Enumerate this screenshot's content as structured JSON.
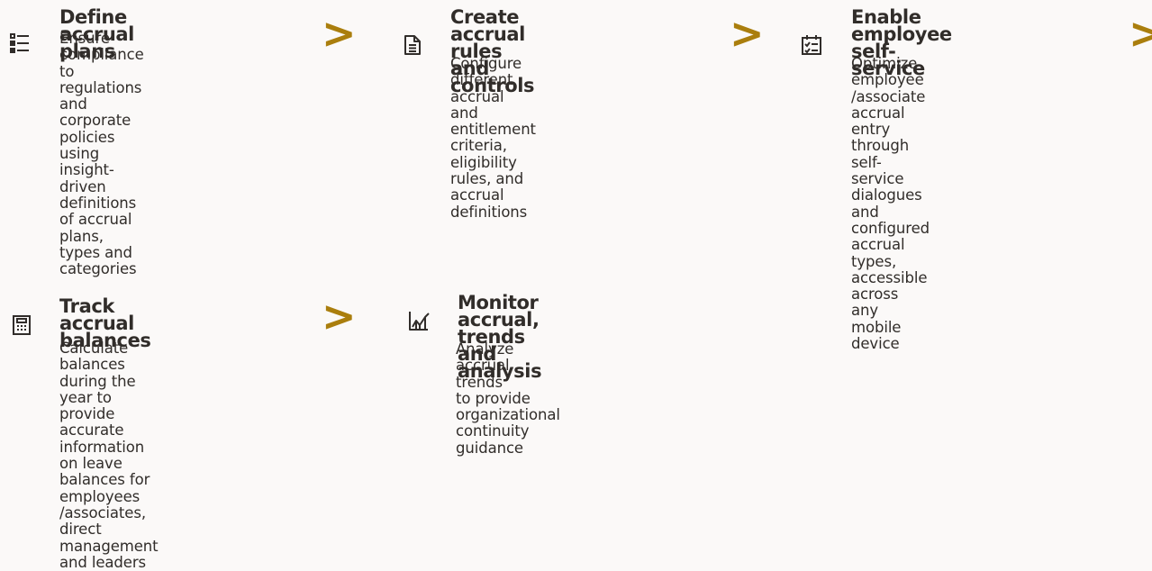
{
  "steps": [
    {
      "icon": "list-icon",
      "title": "Define accrual plans",
      "description": "Ensure compliance to\nregulations and\ncorporate policies using\ninsight-driven\ndefinitions of accrual\nplans, types and\ncategories"
    },
    {
      "icon": "document-icon",
      "title": "Create accrual rules\nand controls",
      "description": "Configure different accrual\nand entitlement criteria,\neligibility rules, and accrual\ndefinitions"
    },
    {
      "icon": "checklist-calendar-icon",
      "title": "Enable employee\nself-service",
      "description": "Optimize employee\n/associate accrual entry\nthrough self-service\ndialogues and\nconfigured accrual\ntypes, accessible across\nany mobile device"
    },
    {
      "icon": "calculator-icon",
      "title": "Track accrual\nbalances",
      "description": "Calculate balances\nduring the year to\nprovide accurate\ninformation on leave\nbalances for\nemployees /associates,\ndirect management\nand leaders"
    },
    {
      "icon": "line-chart-icon",
      "title": "Monitor accrual,\ntrends and analysis",
      "description": "Analyze accrual trends\nto provide\norganizational\ncontinuity guidance"
    }
  ],
  "connector": {
    "glyph": ">",
    "color": "#aa7e0d"
  }
}
